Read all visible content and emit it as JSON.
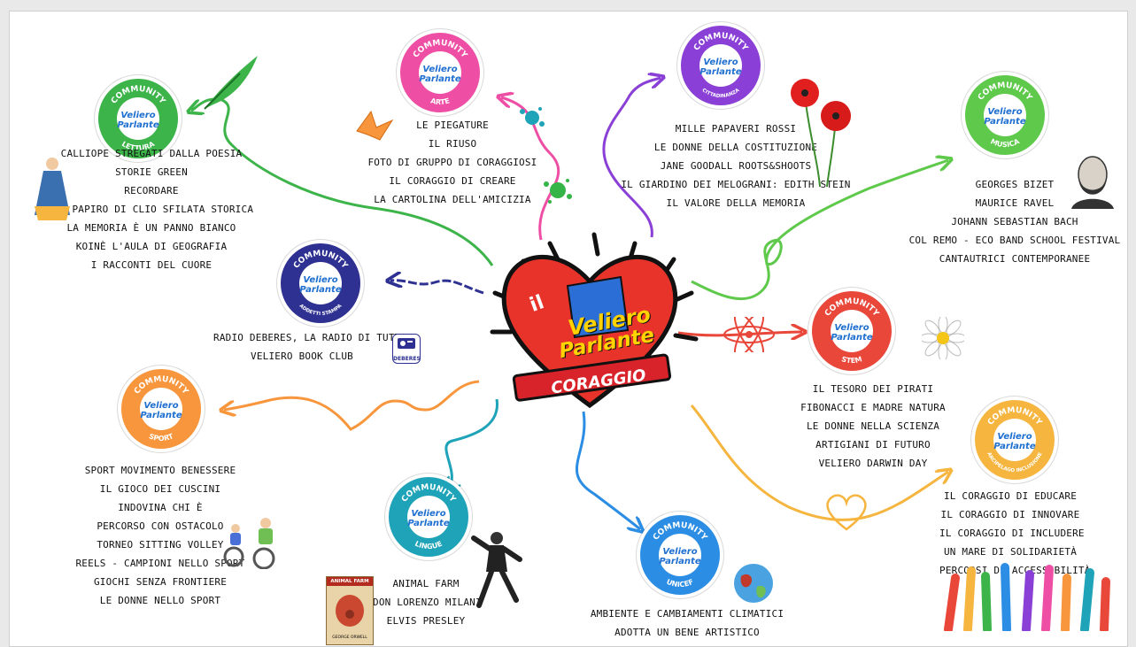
{
  "center": {
    "line1": "il",
    "line2": "Veliero",
    "line3": "Parlante",
    "banner": "CORAGGIO"
  },
  "badge_text": {
    "top": "COMMUNITY",
    "logo1": "Veliero",
    "logo2": "Parlante"
  },
  "communities": [
    {
      "key": "lettura",
      "name": "LETTURA",
      "color": "#3cb44a",
      "items": [
        "CALLIOPE STREGATI DALLA POESIA",
        "STORIE GREEN",
        "RECORDARE",
        "IL PAPIRO DI CLIO SFILATA STORICA",
        "LA MEMORIA È UN PANNO BIANCO",
        "KOINÈ L'AULA DI GEOGRAFIA",
        "I RACCONTI DEL CUORE"
      ]
    },
    {
      "key": "arte",
      "name": "ARTE",
      "color": "#ee4fa5",
      "items": [
        "LE PIEGATURE",
        "IL RIUSO",
        "FOTO DI GRUPPO DI CORAGGIOSI",
        "IL CORAGGIO DI CREARE",
        "LA CARTOLINA DELL'AMICIZIA"
      ]
    },
    {
      "key": "cittadinanza",
      "name": "CITTADINANZA",
      "color": "#8a3fd6",
      "items": [
        "MILLE PAPAVERI ROSSI",
        "LE DONNE DELLA COSTITUZIONE",
        "JANE GOODALL ROOTS&SHOOTS",
        "IL GIARDINO DEI MELOGRANI: EDITH STEIN",
        "IL VALORE DELLA MEMORIA"
      ]
    },
    {
      "key": "musica",
      "name": "MUSICA",
      "color": "#5ec94a",
      "items": [
        "GEORGES BIZET",
        "MAURICE RAVEL",
        "JOHANN SEBASTIAN BACH",
        "COL REMO - ECO BAND SCHOOL FESTIVAL",
        "CANTAUTRICI CONTEMPORANEE"
      ]
    },
    {
      "key": "stampa",
      "name": "ADDETTI STAMPA",
      "color": "#2e3192",
      "items": [
        "RADIO DEBERES, LA RADIO DI TUTTI",
        "VELIERO BOOK CLUB"
      ]
    },
    {
      "key": "stem",
      "name": "STEM",
      "color": "#e8473a",
      "items": [
        "IL TESORO DEI PIRATI",
        "FIBONACCI E MADRE NATURA",
        "LE DONNE NELLA SCIENZA",
        "ARTIGIANI DI FUTURO",
        "VELIERO DARWIN DAY"
      ]
    },
    {
      "key": "sport",
      "name": "SPORT",
      "color": "#f7963c",
      "items": [
        "SPORT MOVIMENTO BENESSERE",
        "IL GIOCO DEI CUSCINI",
        "INDOVINA CHI È",
        "PERCORSO CON OSTACOLO",
        "TORNEO SITTING VOLLEY",
        "REELS - CAMPIONI NELLO SPORT",
        "GIOCHI SENZA FRONTIERE",
        "LE DONNE NELLO SPORT"
      ]
    },
    {
      "key": "lingue",
      "name": "LINGUE",
      "color": "#1ea3b8",
      "items": [
        "ANIMAL FARM",
        "DON LORENZO MILANI",
        "ELVIS PRESLEY"
      ]
    },
    {
      "key": "unicef",
      "name": "UNICEF",
      "color": "#2b8de3",
      "items": [
        "AMBIENTE E CAMBIAMENTI CLIMATICI",
        "ADOTTA UN BENE ARTISTICO"
      ]
    },
    {
      "key": "arcipelago",
      "name": "ARCIPELAGO INCLUSIONE",
      "color": "#f5b53f",
      "items": [
        "IL CORAGGIO DI EDUCARE",
        "IL CORAGGIO DI INNOVARE",
        "IL CORAGGIO DI INCLUDERE",
        "UN MARE DI SOLIDARIETÀ",
        "PERCORSI DI ACCESSIBILITÀ"
      ]
    }
  ],
  "deco": {
    "radio_label": "DEBERES",
    "book_title": "ANIMAL FARM",
    "book_author": "GEORGE ORWELL"
  },
  "colors": {
    "heart": "#e8332b",
    "heart_outline": "#111111",
    "banner": "#d8232a"
  }
}
